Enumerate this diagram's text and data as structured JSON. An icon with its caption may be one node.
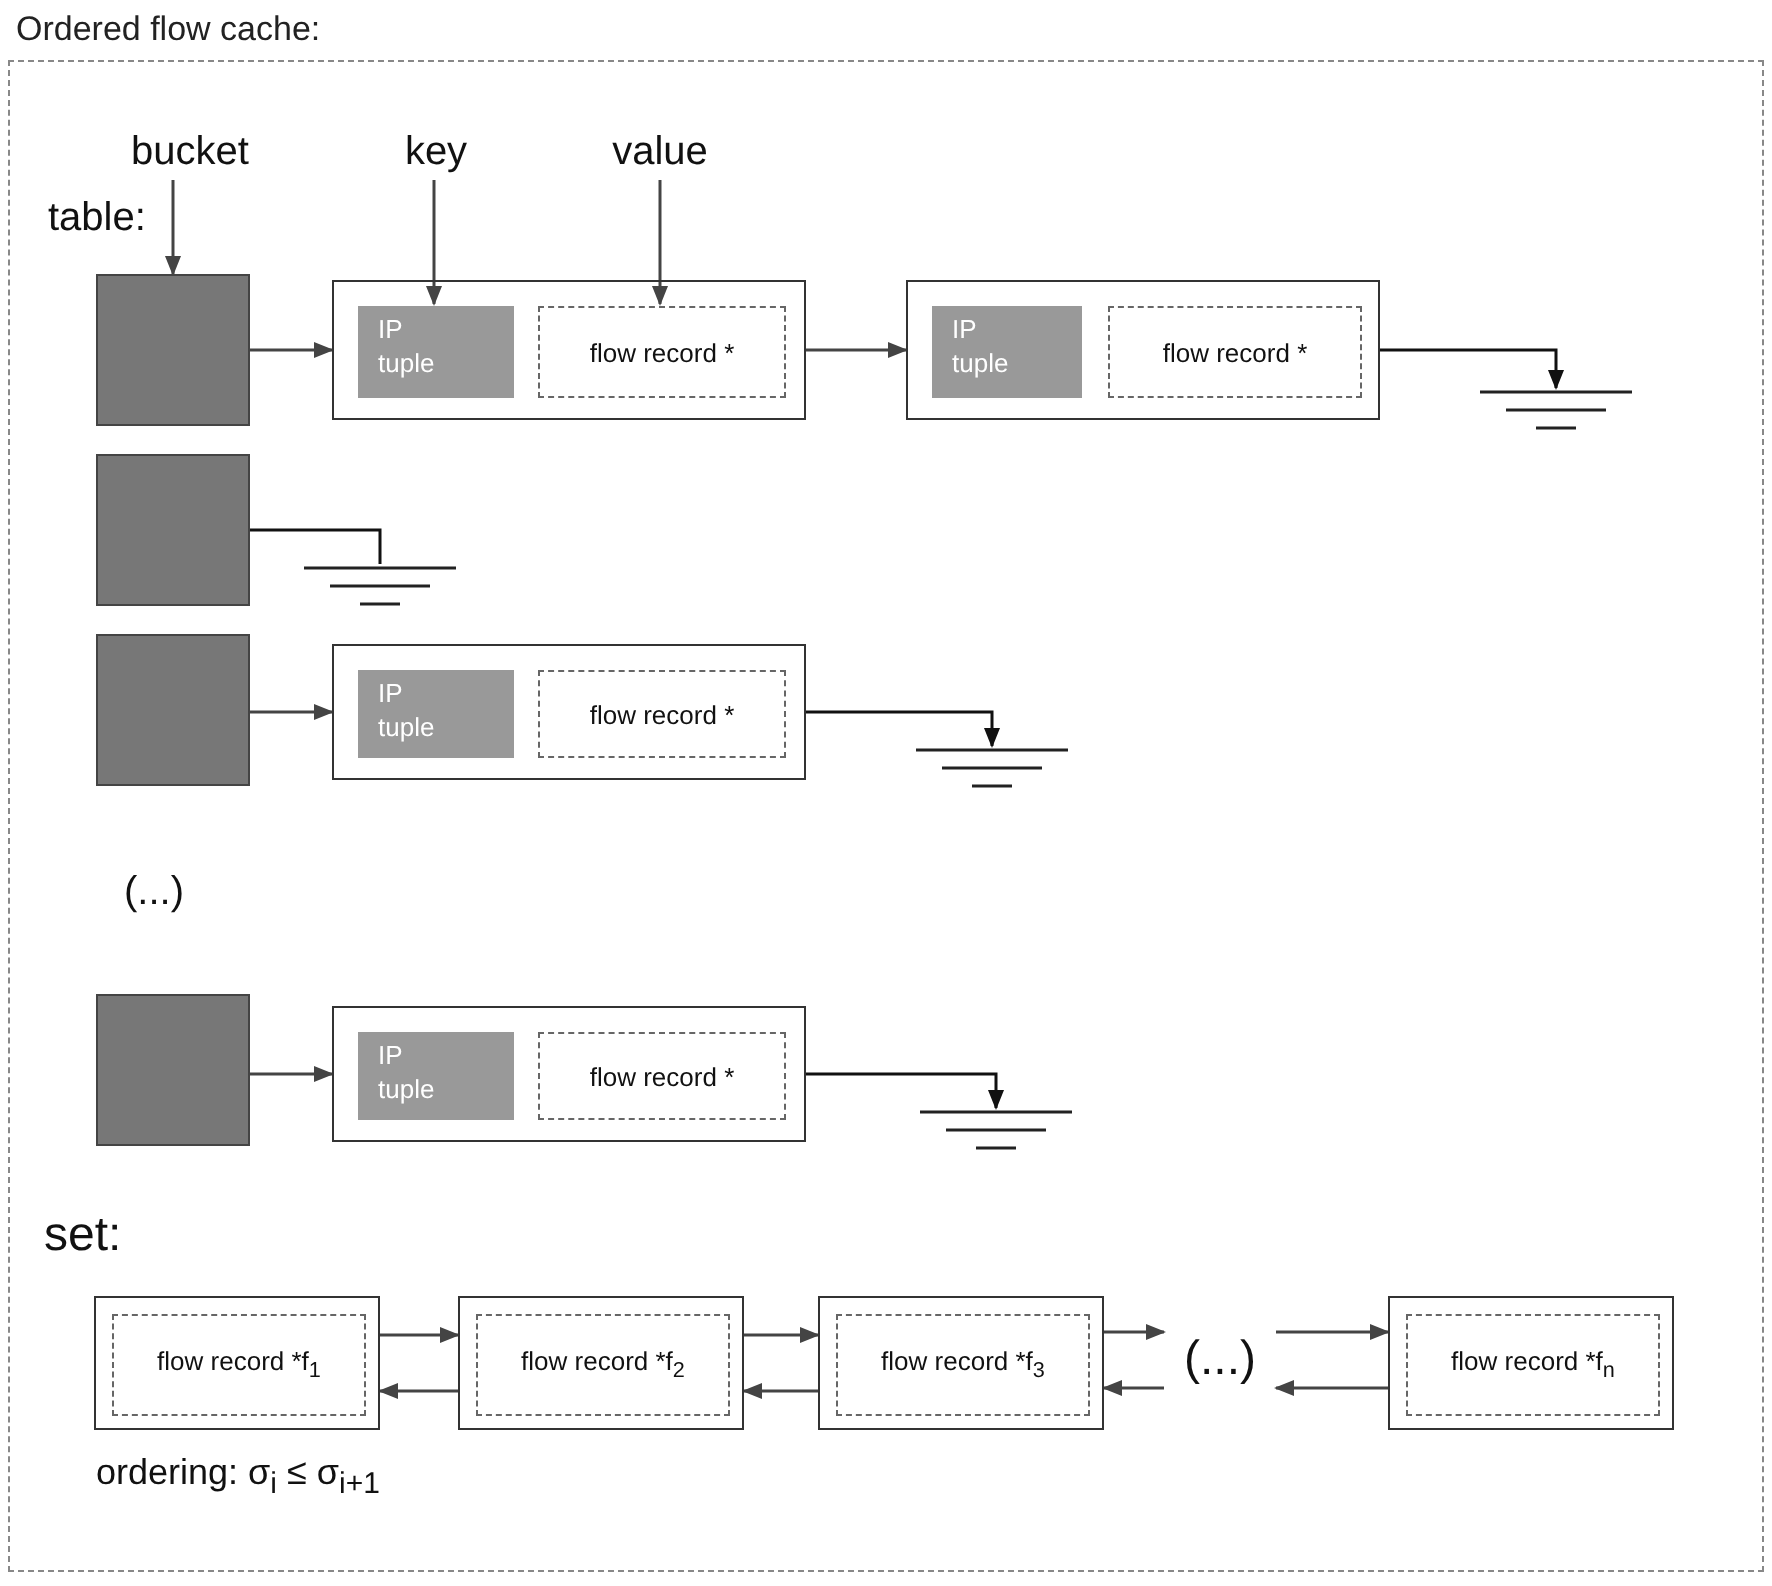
{
  "diagram": {
    "title": "Ordered flow cache:",
    "nodes": [
      {
        "text": [
          "bucket"
        ]
      },
      {
        "text": [
          "key"
        ]
      },
      {
        "text": [
          "value"
        ]
      },
      {
        "text": [],
        "shape": "box"
      },
      {
        "text": [],
        "shape": "box"
      },
      {
        "text": [
          "IP tuple"
        ],
        "in": 4
      },
      {
        "text": [
          "flow record *"
        ],
        "in": 4
      },
      {
        "text": [],
        "shape": "box"
      },
      {
        "text": [
          "IP tuple"
        ],
        "in": 7
      },
      {
        "text": [
          "flow record *"
        ],
        "in": 7
      },
      {
        "text": [],
        "shape": "ground"
      },
      {
        "text": [],
        "shape": "box"
      },
      {
        "text": [],
        "shape": "ground"
      },
      {
        "text": [],
        "shape": "box"
      },
      {
        "text": [],
        "shape": "box"
      },
      {
        "text": [
          "IP tuple"
        ],
        "in": 14
      },
      {
        "text": [
          "flow record *"
        ],
        "in": 14
      },
      {
        "text": [],
        "shape": "ground"
      },
      {
        "text": [],
        "shape": "box"
      },
      {
        "text": [],
        "shape": "box"
      },
      {
        "text": [
          "IP tuple"
        ],
        "in": 19
      },
      {
        "text": [
          "flow record *"
        ],
        "in": 19
      },
      {
        "text": [],
        "shape": "ground"
      },
      {
        "text": [],
        "shape": "box"
      },
      {
        "text": [
          "flow record *f$_{1}$"
        ],
        "in": 23
      },
      {
        "text": [],
        "shape": "box"
      },
      {
        "text": [
          "flow record *f$_{2}$"
        ],
        "in": 25
      },
      {
        "text": [],
        "shape": "box"
      },
      {
        "text": [
          "flow record *f$_{3}$"
        ],
        "in": 27
      },
      {
        "text": [
          "(...)"
        ]
      },
      {
        "text": [],
        "shape": "box"
      },
      {
        "text": [
          "flow record *f$_{n}$"
        ],
        "in": 30
      }
    ],
    "edges": [
      {
        "from": 0,
        "to": 3,
        "arrow": "to"
      },
      {
        "from": 1,
        "to": 5,
        "arrow": "to"
      },
      {
        "from": 2,
        "to": 6,
        "arrow": "to"
      },
      {
        "from": 3,
        "to": 4,
        "arrow": "to"
      },
      {
        "from": 4,
        "to": 7,
        "arrow": "to"
      },
      {
        "from": 7,
        "to": 10,
        "arrow": "to"
      },
      {
        "from": 11,
        "to": 12,
        "arrow": "none"
      },
      {
        "from": 13,
        "to": 14,
        "arrow": "to"
      },
      {
        "from": 14,
        "to": 17,
        "arrow": "to"
      },
      {
        "from": 18,
        "to": 19,
        "arrow": "to"
      },
      {
        "from": 19,
        "to": 22,
        "arrow": "to"
      },
      {
        "from": 23,
        "to": 25,
        "arrow": "to"
      },
      {
        "from": 25,
        "to": 23,
        "arrow": "to"
      },
      {
        "from": 25,
        "to": 27,
        "arrow": "to"
      },
      {
        "from": 27,
        "to": 25,
        "arrow": "to"
      },
      {
        "from": 27,
        "to": 29,
        "arrow": "to"
      },
      {
        "from": 29,
        "to": 27,
        "arrow": "to"
      },
      {
        "from": 29,
        "to": 30,
        "arrow": "to"
      },
      {
        "from": 30,
        "to": 29,
        "arrow": "to"
      }
    ],
    "labels": [
      "table:",
      "(...)",
      "set:",
      "ordering: σ$_{i}$ ≤ σ$_{i+1}$"
    ]
  }
}
